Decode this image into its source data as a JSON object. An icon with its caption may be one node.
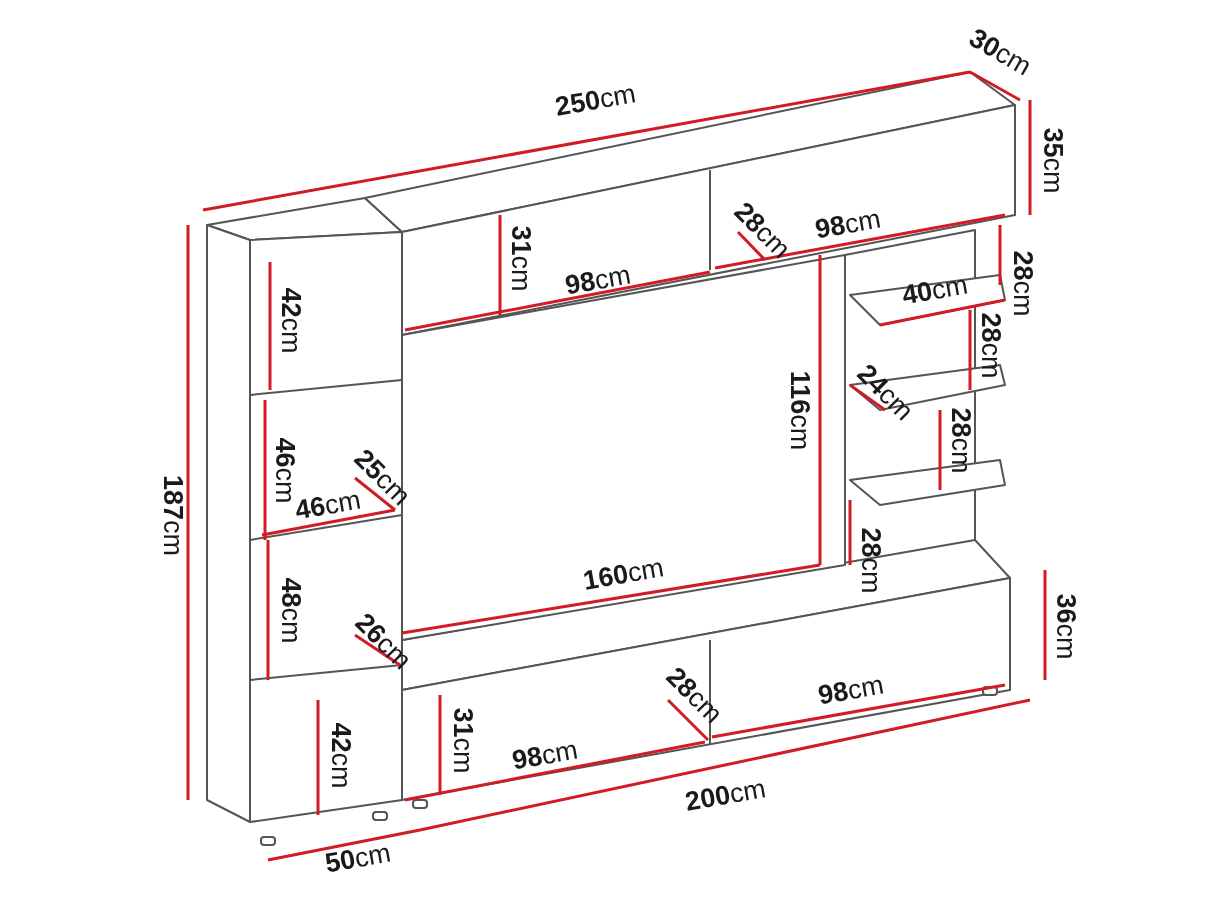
{
  "diagram": {
    "labels": [
      "**30**cm",
      "**250**cm",
      "**35**cm",
      "**31**cm",
      "**28**cm",
      "**98**cm",
      "**28**cm",
      "**42**cm",
      "**98**cm",
      "**40**cm",
      "**28**cm",
      "**24**cm",
      "**116**cm",
      "**28**cm",
      "**46**cm",
      "**25**cm",
      "**187**cm",
      "**46**cm",
      "**28**cm",
      "**160**cm",
      "**36**cm",
      "**48**cm",
      "**26**cm",
      "**28**cm",
      "**98**cm",
      "**31**cm",
      "**42**cm",
      "**98**cm",
      "**200**cm",
      "**50**cm"
    ]
  }
}
